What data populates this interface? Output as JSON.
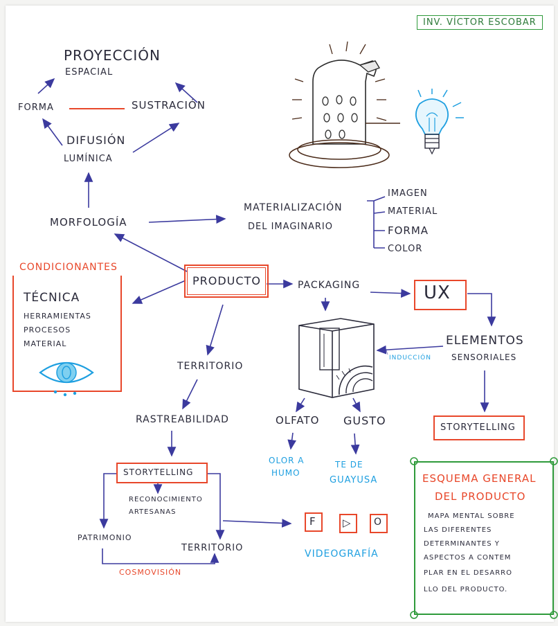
{
  "author": "INV. VÍCTOR ESCOBAR",
  "nodes": {
    "proyeccion_line1": "PROYECCIÓN",
    "proyeccion_line2": "ESPACIAL",
    "forma": "FORMA",
    "sustraccion": "SUSTRACIÓN",
    "difusion_line1": "DIFUSIÓN",
    "difusion_line2": "LUMÍNICA",
    "morfologia": "MORFOLOGÍA",
    "materializacion_line1": "MATERIALIZACIÓN",
    "materializacion_line2": "DEL IMAGINARIO",
    "materializacion_items": [
      "IMAGEN",
      "MATERIAL",
      "FORMA",
      "COLOR"
    ],
    "condicionantes": "CONDICIONANTES",
    "condicionantes_items": [
      "TÉCNICA",
      "HERRAMIENTAS",
      "PROCESOS",
      "MATERIAL"
    ],
    "producto": "PRODUCTO",
    "packaging": "PACKAGING",
    "ux": "UX",
    "elementos_line1": "ELEMENTOS",
    "elementos_line2": "SENSORIALES",
    "induccion": "INDUCCIÓN",
    "territorio_top": "TERRITORIO",
    "rastreabilidad": "RASTREABILIDAD",
    "olfato": "OLFATO",
    "gusto": "GUSTO",
    "olor_line1": "OLOR A",
    "olor_line2": "HUMO",
    "te_line1": "TE DE",
    "te_line2": "GUAYUSA",
    "storytelling_right": "STORYTELLING",
    "storytelling_bottom": "STORYTELLING",
    "reconocimiento_line1": "RECONOCIMIENTO",
    "reconocimiento_line2": "ARTESANAS",
    "patrimonio": "PATRIMONIO",
    "territorio_bottom": "TERRITORIO",
    "cosmovision": "COSMOVISIÓN",
    "social": [
      "F",
      "▷",
      "O"
    ],
    "videografia": "VIDEOGRAFÍA"
  },
  "legend": {
    "title_line1": "ESQUEMA GENERAL",
    "title_line2": "DEL PRODUCTO",
    "body_lines": [
      "MAPA MENTAL SOBRE",
      "LAS DIFERENTES",
      "DETERMINANTES Y",
      "ASPECTOS A CONTEM",
      "PLAR EN EL DESARRO",
      "LLO DEL PRODUCTO."
    ]
  },
  "colors": {
    "ink": "#2a2a3a",
    "arrow": "#3b3a9e",
    "red": "#e8472a",
    "blue": "#1e9fe0",
    "green": "#2e9a3a",
    "brown": "#4a2a18"
  },
  "icons": [
    "bird-lamp-icon",
    "light-bulb-icon",
    "eye-icon",
    "package-icon",
    "facebook-icon",
    "youtube-icon",
    "instagram-icon"
  ]
}
